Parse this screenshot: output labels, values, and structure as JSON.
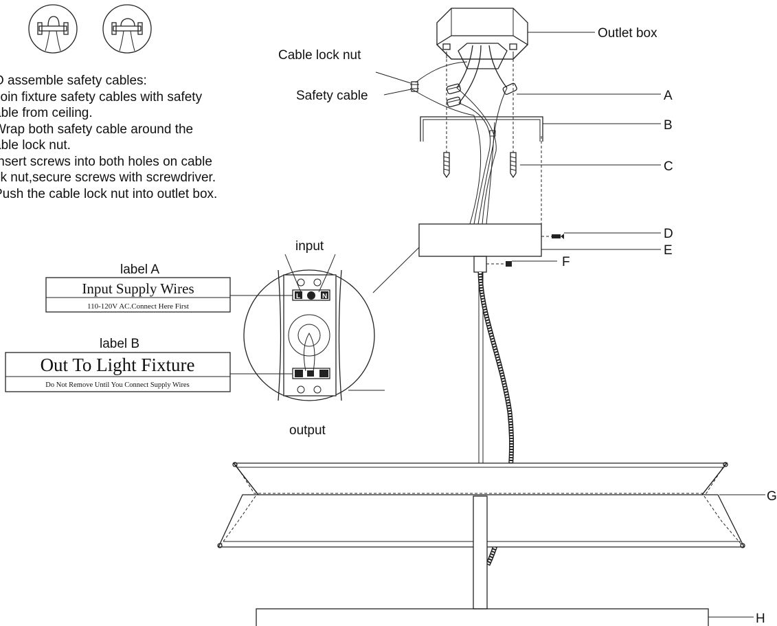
{
  "instructions": {
    "title": "O assemble safety cables:",
    "lines": [
      "Join fixture safety cables with safety",
      "able from ceiling.",
      "Wrap both safety cable around the",
      "able lock nut.",
      "Insert screws into both holes on cable",
      "ck nut,secure screws with screwdriver.",
      "Push the cable lock nut into outlet box."
    ]
  },
  "callouts": {
    "outlet_box": "Outlet box",
    "cable_lock_nut": "Cable lock nut",
    "safety_cable": "Safety  cable",
    "a": "A",
    "b": "B",
    "c": "C",
    "d": "D",
    "e": "E",
    "f": "F",
    "g": "G",
    "h": "H"
  },
  "wiring_detail": {
    "input": "input",
    "output": "output",
    "terminal_l": "L",
    "terminal_n": "N",
    "label_a": {
      "caption": "label A",
      "title": "Input Supply Wires",
      "subtitle": "110-120V AC.Connect Here First"
    },
    "label_b": {
      "caption": "label B",
      "title": "Out To Light Fixture",
      "subtitle": "Do Not Remove Until You Connect Supply Wires"
    }
  }
}
